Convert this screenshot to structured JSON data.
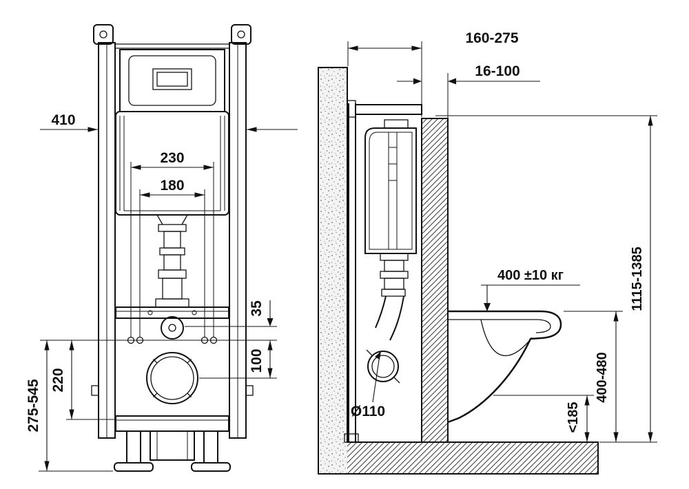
{
  "diagram": {
    "front_view": {
      "frame_width": "410",
      "fixing_spacing_outer": "230",
      "fixing_spacing_inner": "180",
      "inlet_to_fixings": "35",
      "fixings_to_outlet": "100",
      "outlet_height": "220",
      "leg_adjust_range": "275-545"
    },
    "side_view": {
      "installation_depth": "160-275",
      "panel_thickness": "16-100",
      "max_load": "400 ±10 кг",
      "frame_height": "1115-1385",
      "bowl_height": "400-480",
      "bowl_clearance": "<185",
      "outlet_diameter": "Ø110"
    }
  }
}
